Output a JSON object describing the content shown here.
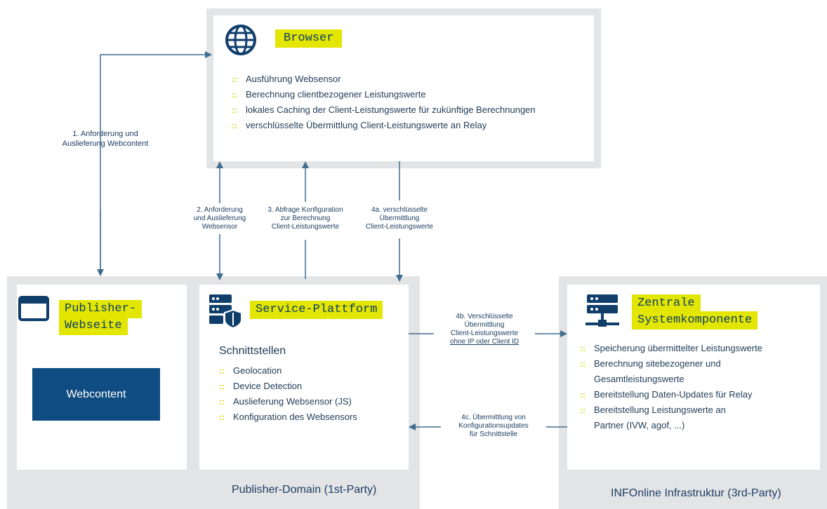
{
  "browser": {
    "title": "Browser",
    "icon": "globe-icon",
    "items": [
      "Ausführung Websensor",
      "Berechnung clientbezogener Leistungswerte",
      "lokales Caching der Client-Leistungswerte für zukünftige Berechnungen",
      "verschlüsselte Übermittlung Client-Leistungswerte an Relay"
    ]
  },
  "publisher": {
    "title_line1": "Publisher-",
    "title_line2": "Webseite",
    "icon": "browser-window-icon",
    "webcontent": "Webcontent"
  },
  "service": {
    "title": "Service-Plattform",
    "icon": "server-shield-icon",
    "subtitle": "Schnittstellen",
    "items": [
      "Geolocation",
      "Device Detection",
      "Auslieferung Websensor (JS)",
      "Konfiguration des Websensors"
    ]
  },
  "zentrale": {
    "title_line1": "Zentrale",
    "title_line2": "Systemkomponente",
    "icon": "server-network-icon",
    "items": [
      "Speicherung übermittelter Leistungswerte",
      "Berechnung sitebezogener und",
      "Gesamtleistungswerte",
      "Bereitstellung Daten-Updates für Relay",
      "Bereitstellung Leistungswerte an",
      "Partner (IVW, agof, ...)"
    ]
  },
  "regions": {
    "publisher_domain": "Publisher-Domain (1st-Party)",
    "infonline": "INFOnline Infrastruktur (3rd-Party)"
  },
  "arrows": {
    "a1": [
      "1. Anforderung und",
      "Auslieferung Webcontent"
    ],
    "a2": [
      "2. Anforderung",
      "und Auslieferung",
      "Websensor"
    ],
    "a3": [
      "3. Abfrage Konfiguration",
      "zur Berechnung",
      "Client-Leistungswerte"
    ],
    "a4a": [
      "4a. verschlüsselte",
      "Übermittlung",
      "Client-Leistungswerte"
    ],
    "a4b": [
      "4b. Verschlüsselte",
      "Übermittlung",
      "Client-Leistungswerte",
      "ohne IP oder Client ID"
    ],
    "a4c": [
      "4c. Übermittlung von",
      "Konfigurationsupdates",
      "für Schnittstelle"
    ]
  },
  "colors": {
    "accent": "#e2e600",
    "navy": "#0f3e6b",
    "panel": "#e3e4e6",
    "arrow": "#3f6d8e"
  }
}
